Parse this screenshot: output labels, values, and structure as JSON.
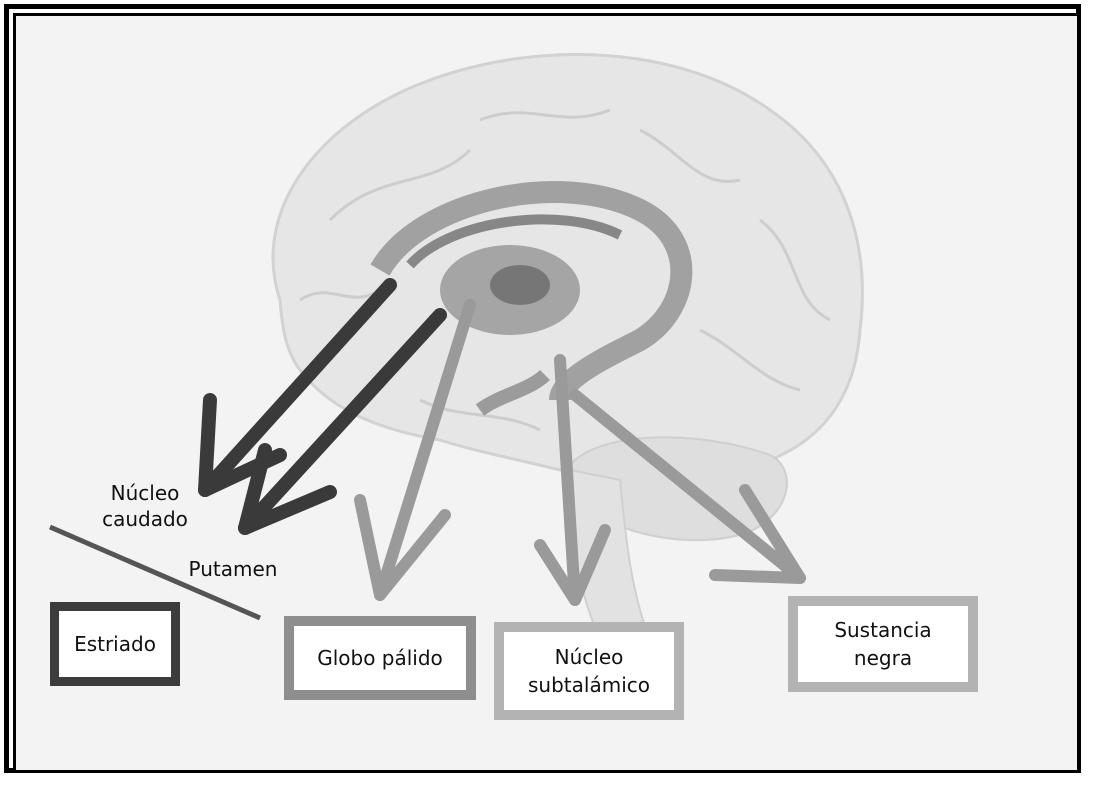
{
  "labels": {
    "nucleo_caudado": "Núcleo caudado",
    "putamen": "Putamen"
  },
  "boxes": {
    "estriado": "Estriado",
    "globo_palido": "Globo pálido",
    "nucleo_subtalamico": "Núcleo subtalámico",
    "sustancia_negra": "Sustancia negra"
  },
  "colors": {
    "dark_arrow": "#3a3a3a",
    "light_arrow": "#9a9a9a",
    "box_dark": "#3c3c3c",
    "box_mid": "#8e8e8e",
    "box_light": "#b3b3b3"
  }
}
